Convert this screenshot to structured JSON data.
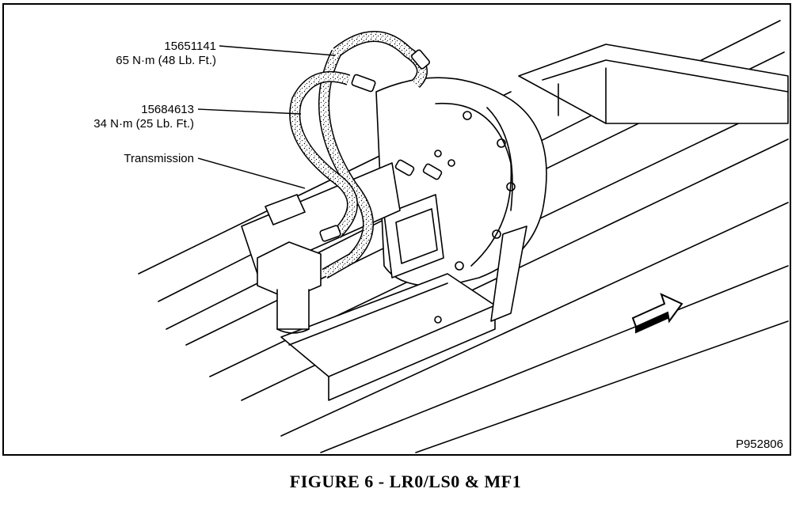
{
  "figure": {
    "callouts": [
      {
        "part": "15651141",
        "torque": "65 N·m (48 Lb. Ft.)"
      },
      {
        "part": "15684613",
        "torque": "34 N·m (25 Lb. Ft.)"
      },
      {
        "part": "Transmission"
      }
    ],
    "reference_code": "P952806",
    "caption": "FIGURE 6 - LR0/LS0 & MF1"
  },
  "icons": {
    "direction_arrow": "front-direction-arrow-icon"
  }
}
